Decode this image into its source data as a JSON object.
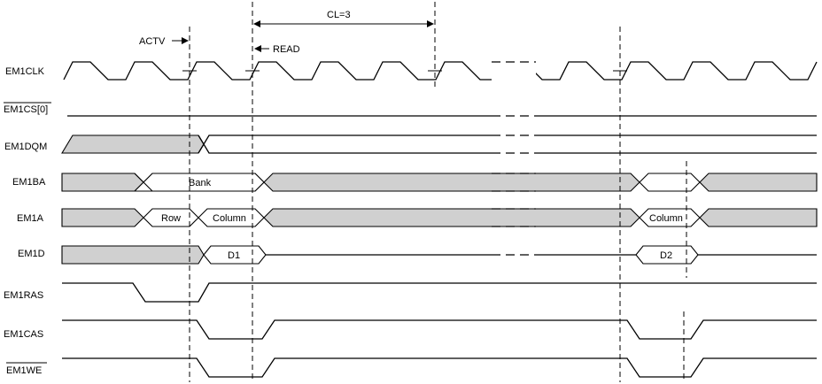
{
  "signals": {
    "em1clk": "EM1CLK",
    "em1cs": "EM1CS[0]",
    "em1dqm": "EM1DQM",
    "em1ba": "EM1BA",
    "em1a": "EM1A",
    "em1d": "EM1D",
    "em1ras": "EM1RAS",
    "em1cas": "EM1CAS",
    "em1we": "EM1WE"
  },
  "annotations": {
    "actv": "ACTV",
    "read": "READ",
    "cas_latency": "CL=3"
  },
  "bus_labels": {
    "bank": "Bank",
    "row": "Row",
    "column_1": "Column",
    "column_2": "Column",
    "data_1": "D1",
    "data_2": "D2"
  },
  "colors": {
    "shaded": "#d0d0d0",
    "line": "#000000"
  }
}
